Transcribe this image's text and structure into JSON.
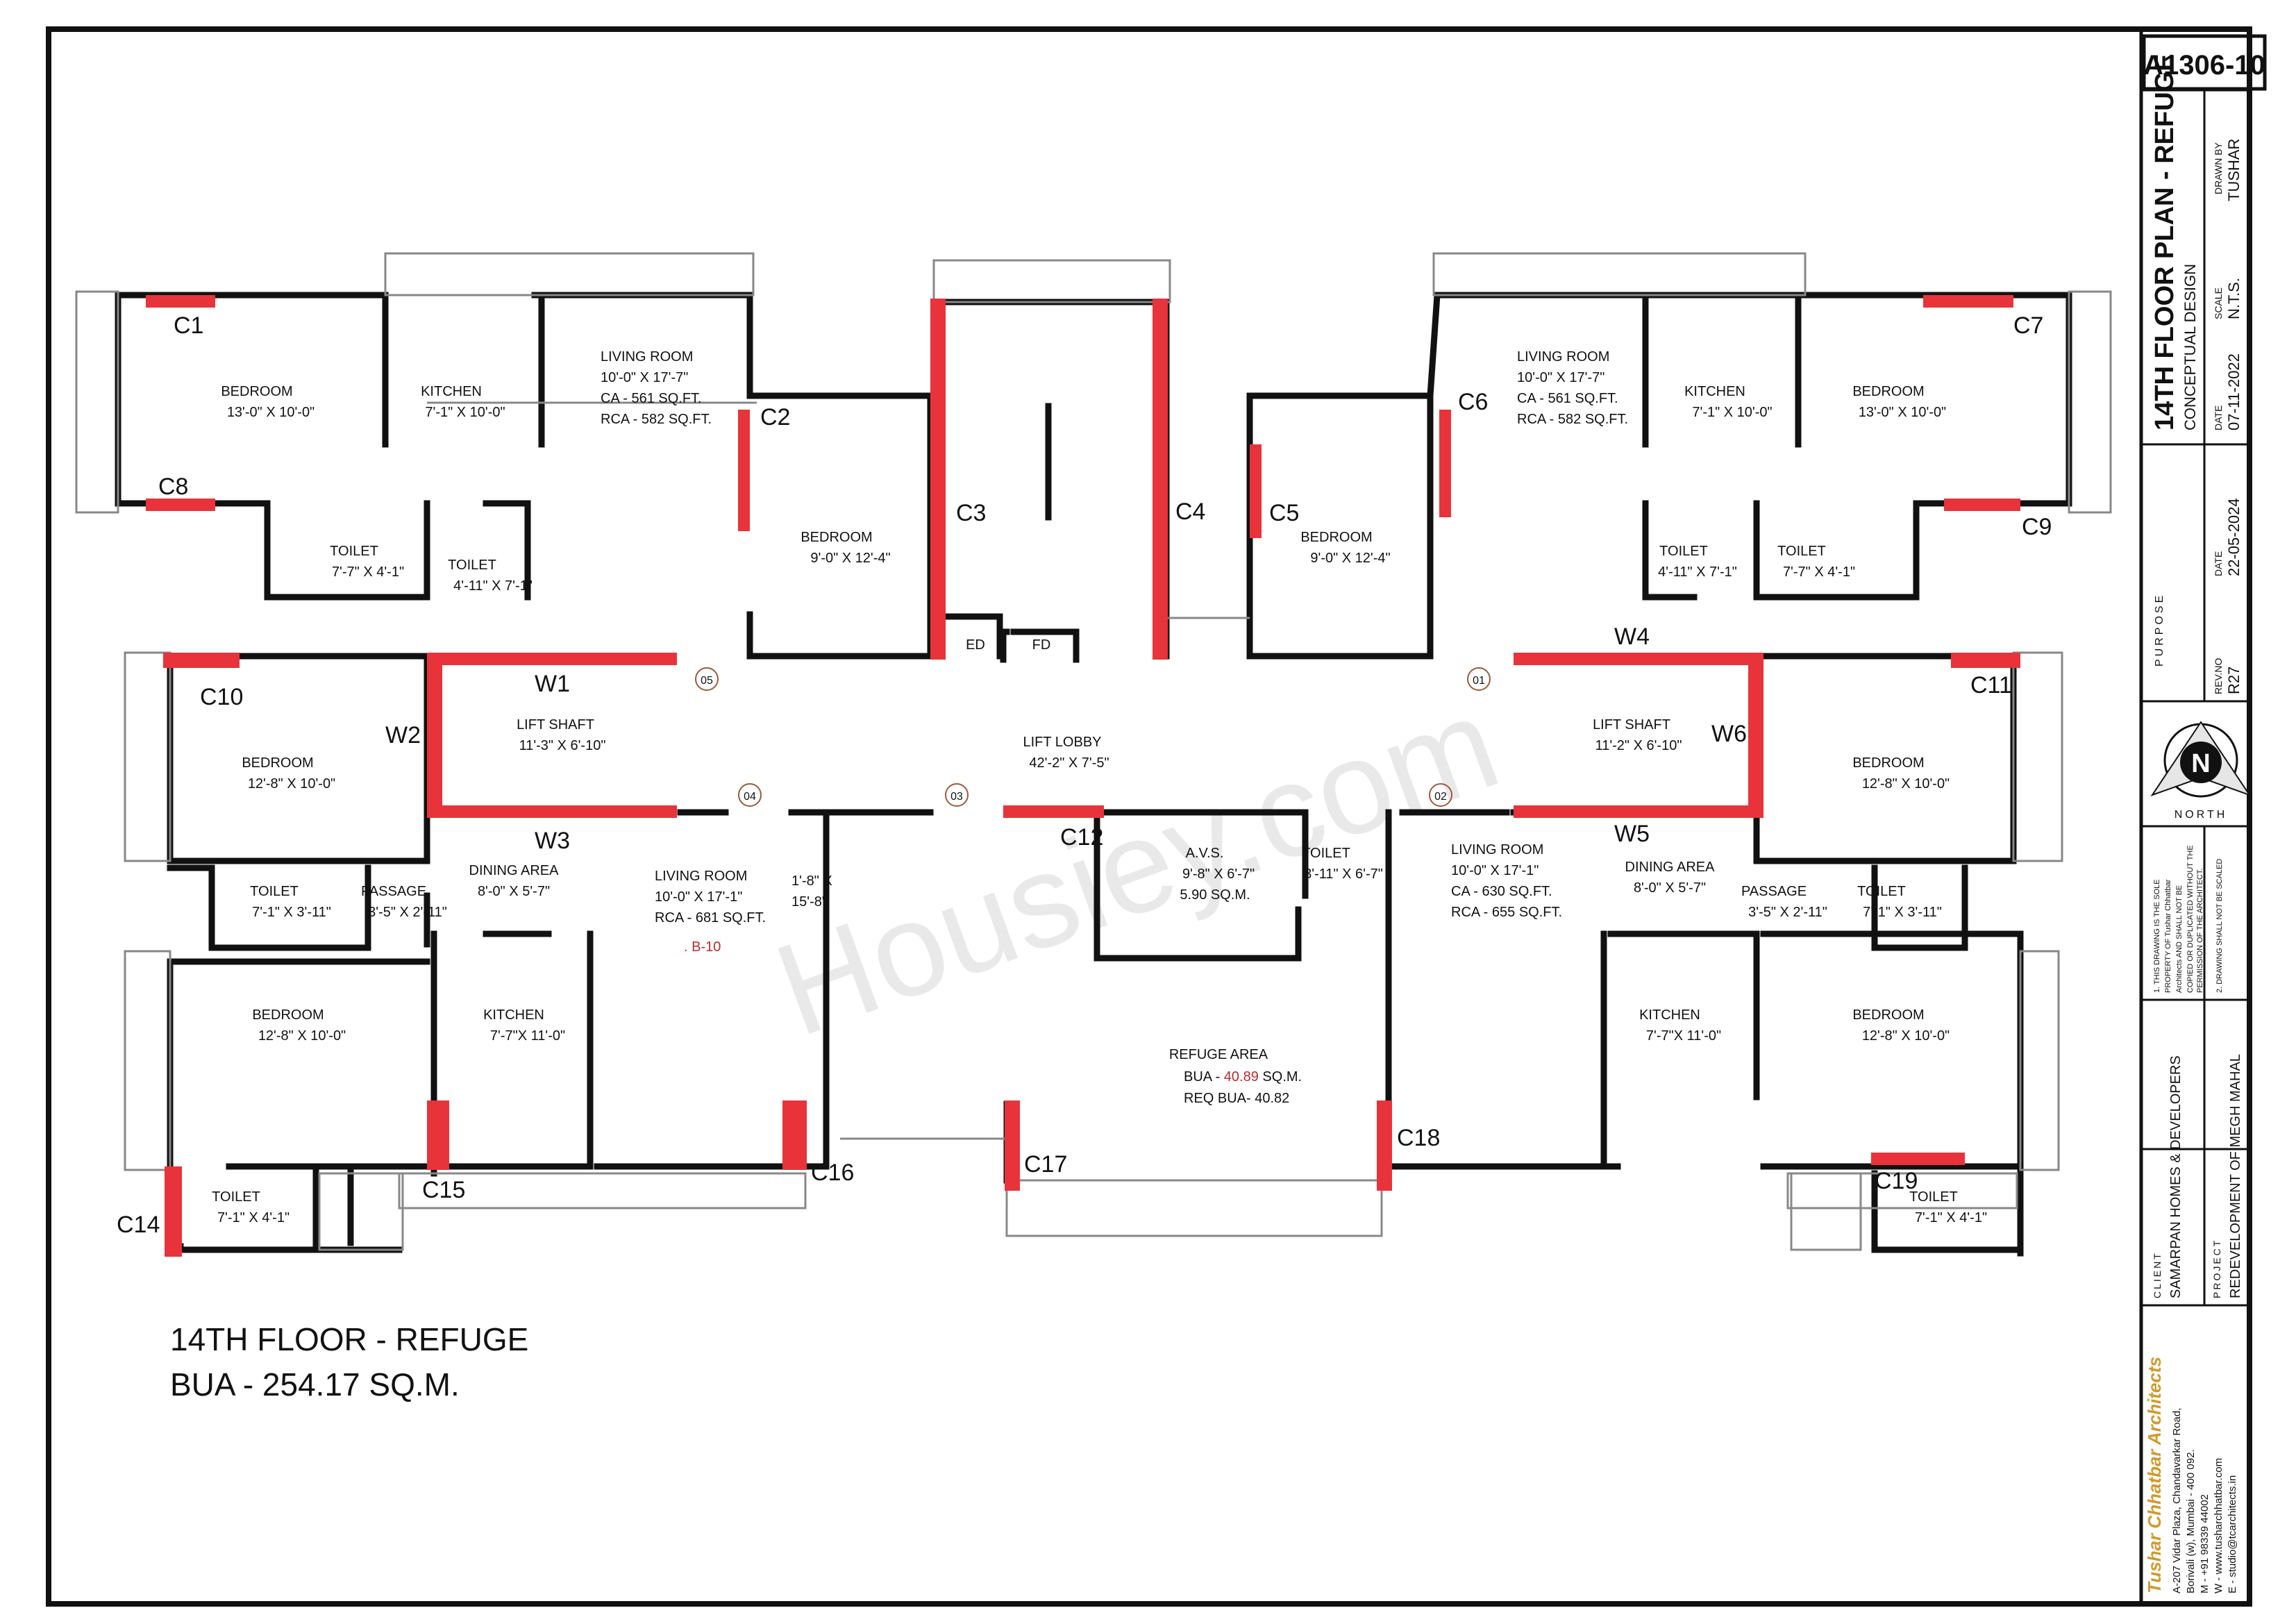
{
  "sheet": {
    "id": "A1306-10",
    "title": "14TH FLOOR PLAN - REFUGE",
    "subtitle": "CONCEPTUAL DESIGN",
    "drawn_by_label": "DRAWN BY",
    "drawn_by": "TUSHAR",
    "scale_label": "SCALE",
    "scale": "N.T.S.",
    "date_label": "DATE",
    "date_1": "07-11-2022",
    "date_2": "22-05-2024",
    "purpose_label": "PURPOSE",
    "rev_label": "REV.NO",
    "rev": "R27",
    "north": "N",
    "north_label": "NORTH",
    "note_1": "1. THIS DRAWING IS THE SOLE",
    "note_2": "PROPERTY OF Tushar Chhatbar",
    "note_3": "Architects AND SHALL NOT BE",
    "note_4": "COPIED OR DUPLICATED WITHOUT THE",
    "note_5": "PERMISSION OF THE ARCHITECT.",
    "note_6": "2. DRAWING SHALL NOT BE SCALED",
    "client_label": "CLIENT",
    "client": "SAMARPAN HOMES & DEVELOPERS",
    "project_label": "PROJECT",
    "project": "REDEVELOPMENT OF MEGH MAHAL",
    "firm": "Tushar Chhatbar Architects",
    "addr_1": "A-207 Vidar Plaza, Chandavarkar Road,",
    "addr_2": "Borivali (w), Mumbai - 400 092.",
    "addr_3": "M - +91 98339 44002",
    "addr_4": "W - www.tusharchhatbar.com",
    "addr_5": "E - studio@tcarchitects.in"
  },
  "watermark": "Housiey.com",
  "floor": {
    "name": "14TH FLOOR - REFUGE",
    "bua": "BUA - 254.17 SQ.M."
  },
  "rooms": {
    "bed_tl": [
      "BEDROOM",
      "13'-0\" X 10'-0\""
    ],
    "kit_tl": [
      "KITCHEN",
      "7'-1\" X 10'-0\""
    ],
    "liv_tl": [
      "LIVING ROOM",
      "10'-0\" X 17'-7\"",
      "CA - 561 SQ.FT.",
      "RCA - 582 SQ.FT."
    ],
    "toi_tl1": [
      "TOILET",
      "7'-7\" X 4'-1\""
    ],
    "toi_tl2": [
      "TOILET",
      "4'-11\" X 7'-1\""
    ],
    "bed_tc": [
      "BEDROOM",
      "9'-0\" X 12'-4\""
    ],
    "ed": "ED",
    "fd": "FD",
    "bed_tc2": [
      "BEDROOM",
      "9'-0\" X 12'-4\""
    ],
    "liv_tr": [
      "LIVING ROOM",
      "10'-0\" X 17'-7\"",
      "CA - 561 SQ.FT.",
      "RCA - 582 SQ.FT."
    ],
    "kit_tr": [
      "KITCHEN",
      "7'-1\" X 10'-0\""
    ],
    "bed_tr": [
      "BEDROOM",
      "13'-0\" X 10'-0\""
    ],
    "toi_tr1": [
      "TOILET",
      "4'-11\" X 7'-1\""
    ],
    "toi_tr2": [
      "TOILET",
      "7'-7\" X 4'-1\""
    ],
    "bed_ml": [
      "BEDROOM",
      "12'-8\" X 10'-0\""
    ],
    "lift_l": [
      "LIFT SHAFT",
      "11'-3\" X 6'-10\""
    ],
    "lobby": [
      "LIFT LOBBY",
      "42'-2\" X 7'-5\""
    ],
    "lift_r": [
      "LIFT SHAFT",
      "11'-2\" X 6'-10\""
    ],
    "bed_mr": [
      "BEDROOM",
      "12'-8\" X 10'-0\""
    ],
    "toi_ll": [
      "TOILET",
      "7'-1\" X 3'-11\""
    ],
    "pass_l": [
      "PASSAGE",
      "3'-5\" X 2'-11\""
    ],
    "din_l": [
      "DINING AREA",
      "8'-0\" X 5'-7\""
    ],
    "liv_bl": [
      "LIVING ROOM",
      "10'-0\" X 17'-1\"",
      "RCA - 681 SQ.FT."
    ],
    "b10": ". B-10",
    "dim_18": "1'-8\" X",
    "dim_158": "15'-8\"",
    "avs": [
      "A.V.S.",
      "9'-8\" X 6'-7\"",
      "5.90 SQ.M."
    ],
    "toi_c": [
      "TOILET",
      "3'-11\" X 6'-7\""
    ],
    "liv_br": [
      "LIVING ROOM",
      "10'-0\" X 17'-1\"",
      "CA - 630 SQ.FT.",
      "RCA - 655 SQ.FT."
    ],
    "din_r": [
      "DINING AREA",
      "8'-0\" X 5'-7\""
    ],
    "pass_r": [
      "PASSAGE",
      "3'-5\" X 2'-11\""
    ],
    "toi_rr": [
      "TOILET",
      "7'-1\" X 3'-11\""
    ],
    "bed_bl": [
      "BEDROOM",
      "12'-8\" X 10'-0\""
    ],
    "kit_bl": [
      "KITCHEN",
      "7'-7\"X 11'-0\""
    ],
    "refuge_title": "REFUGE AREA",
    "refuge_bua_pre": "BUA - ",
    "refuge_bua_val": "40.89",
    "refuge_bua_post": " SQ.M.",
    "refuge_req": "REQ BUA- 40.82",
    "kit_br": [
      "KITCHEN",
      "7'-7\"X 11'-0\""
    ],
    "bed_br": [
      "BEDROOM",
      "12'-8\" X 10'-0\""
    ],
    "toi_bl": [
      "TOILET",
      "7'-1\" X 4'-1\""
    ],
    "toi_br": [
      "TOILET",
      "7'-1\" X 4'-1\""
    ]
  },
  "columns": [
    "C1",
    "C2",
    "C3",
    "C4",
    "C5",
    "C6",
    "C7",
    "C8",
    "C9",
    "C10",
    "C11",
    "C12",
    "C14",
    "C15",
    "C16",
    "C17",
    "C18",
    "C19"
  ],
  "walls_tag": [
    "W1",
    "W2",
    "W3",
    "W4",
    "W5",
    "W6"
  ],
  "markers": [
    "05",
    "04",
    "03",
    "01",
    "02"
  ]
}
